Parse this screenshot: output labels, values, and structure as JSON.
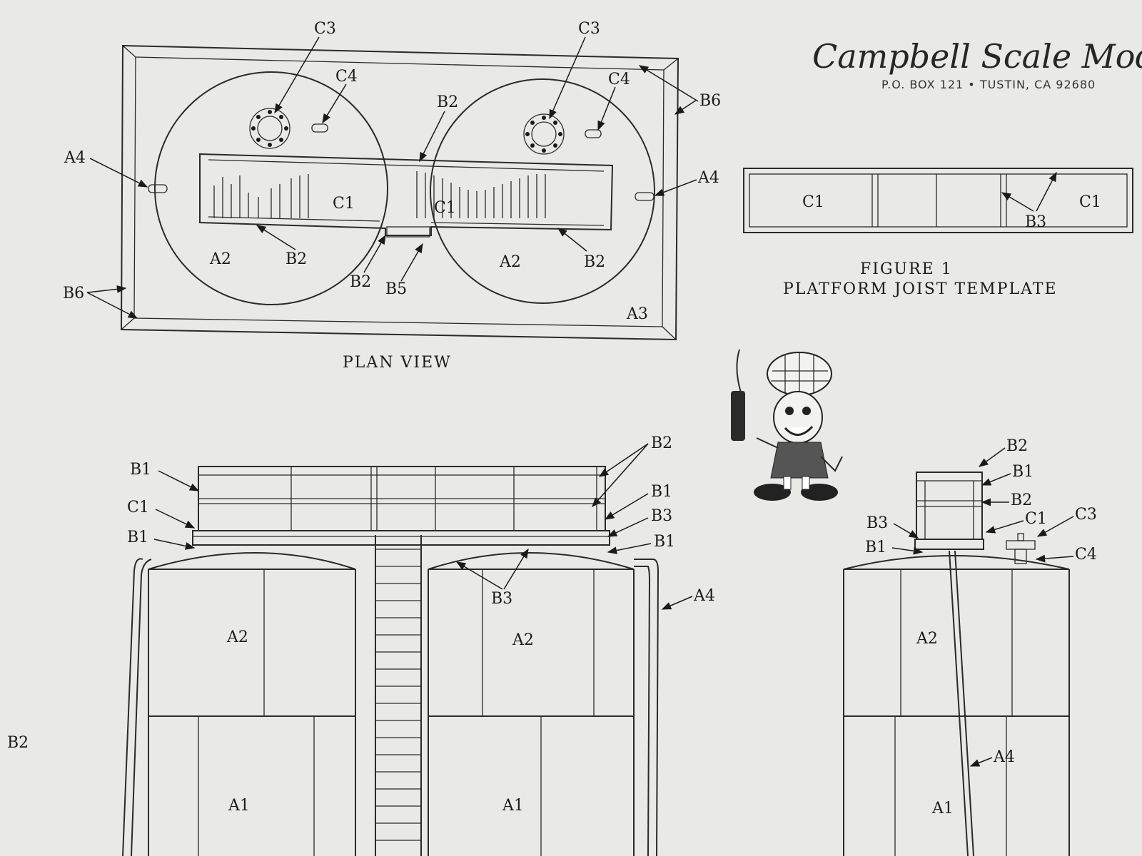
{
  "header": {
    "brand": "Campbell Scale Models",
    "address": "P.O. BOX 121 • TUSTIN, CA 92680"
  },
  "plan_view": {
    "caption": "PLAN VIEW",
    "labels": {
      "c3_left": "C3",
      "c3_right": "C3",
      "c4_left": "C4",
      "c4_right": "C4",
      "b2_top": "B2",
      "b6_right": "B6",
      "b6_left": "B6",
      "a4_left": "A4",
      "a4_right": "A4",
      "c1_left": "C1",
      "c1_mid": "C1",
      "a2_left": "A2",
      "a2_right": "A2",
      "b2_left_bottom": "B2",
      "b2_right_bottom": "B2",
      "b2_center": "B2",
      "b5": "B5",
      "a3": "A3"
    }
  },
  "figure1": {
    "title": "FIGURE 1",
    "subtitle": "PLATFORM JOIST TEMPLATE",
    "labels": {
      "c1_left": "C1",
      "c1_right": "C1",
      "b3": "B3"
    }
  },
  "front_view": {
    "labels": {
      "b1_top": "B1",
      "c1": "C1",
      "b1_mid": "B1",
      "b2_top": "B2",
      "b1_right_a": "B1",
      "b3_right": "B3",
      "b1_right_b": "B1",
      "a4": "A4",
      "b3_bottom": "B3",
      "a2_left": "A2",
      "a2_right": "A2",
      "a1_left": "A1",
      "a1_right": "A1",
      "b2_edge": "B2"
    }
  },
  "side_view": {
    "labels": {
      "b2_top": "B2",
      "b1_top": "B1",
      "b2_mid": "B2",
      "b3": "B3",
      "c1": "C1",
      "c3": "C3",
      "b1_low": "B1",
      "c4": "C4",
      "a2": "A2",
      "a4": "A4",
      "a1": "A1"
    }
  }
}
